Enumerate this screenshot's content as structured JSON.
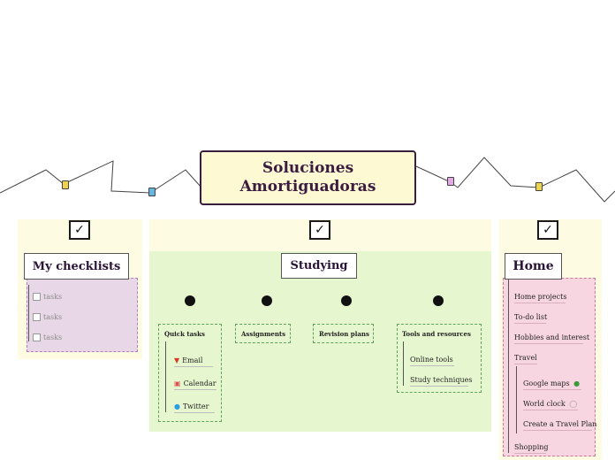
{
  "title": {
    "line1": "Soluciones",
    "line2": "Amortiguadoras"
  },
  "colors": {
    "title_bg": "#fdf9d2",
    "checklist_bg": "#e8d7e6",
    "studying_bg": "#e6f7cf",
    "home_bg": "#f8d6e1"
  },
  "checklists": {
    "title": "My checklists",
    "check_glyph": "✓",
    "items": [
      "tasks",
      "tasks",
      "tasks"
    ]
  },
  "studying": {
    "title": "Studying",
    "check_glyph": "✓",
    "quick_tasks": {
      "title": "Quick tasks",
      "items": [
        {
          "label": "Email",
          "icon": "email-icon"
        },
        {
          "label": "Calendar",
          "icon": "calendar-icon"
        },
        {
          "label": "Twitter",
          "icon": "twitter-icon"
        }
      ]
    },
    "assignments": {
      "title": "Assignments"
    },
    "revision": {
      "title": "Revision plans"
    },
    "tools": {
      "title": "Tools and resources",
      "items": [
        "Online tools",
        "Study techniques"
      ]
    }
  },
  "home": {
    "title": "Home",
    "check_glyph": "✓",
    "items": [
      "Home projects",
      "To-do list",
      "Hobbies and interest",
      "Travel"
    ],
    "travel_items": [
      {
        "label": "Google maps",
        "icon": "map-pin-icon"
      },
      {
        "label": "World clock",
        "icon": "clock-icon"
      },
      {
        "label": "Create a Travel Plan",
        "icon": ""
      }
    ],
    "last_item": "Shopping"
  }
}
